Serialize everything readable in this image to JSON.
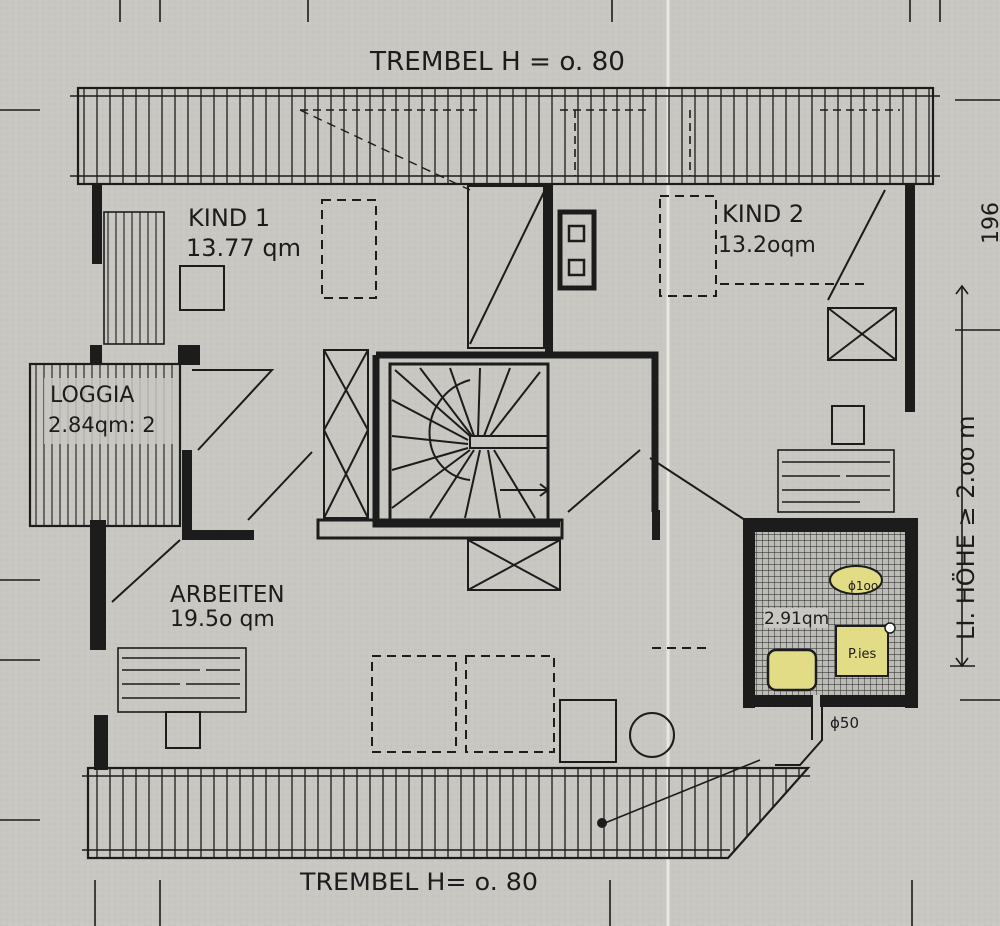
{
  "labels": {
    "top_knee_wall": "TREMBEL  H = o. 80",
    "bottom_knee_wall": "TREMBEL  H= o. 80",
    "room_kind1_name": "KIND  1",
    "room_kind1_area": "13.77  qm",
    "room_kind2_name": "KIND 2",
    "room_kind2_area": "13.2oqm",
    "room_loggia_name": "LOGGIA",
    "room_loggia_area": "2.84qm: 2",
    "room_arbeiten_name": "ARBEITEN",
    "room_arbeiten_area": "19.5o    qm",
    "room_bath_area": "2.91qm",
    "clear_height": "LI. HÖHE  ≥ 2.oo m",
    "dimension_top_right": "196",
    "pipe_label": "ϕ50",
    "bath_fixture_1": "ϕ1oo",
    "bath_fixture_2": "P.ies"
  },
  "colors": {
    "paper": "#c9c7c2",
    "ink": "#1c1c1c",
    "fixture_yellow": "#e2dc86"
  }
}
